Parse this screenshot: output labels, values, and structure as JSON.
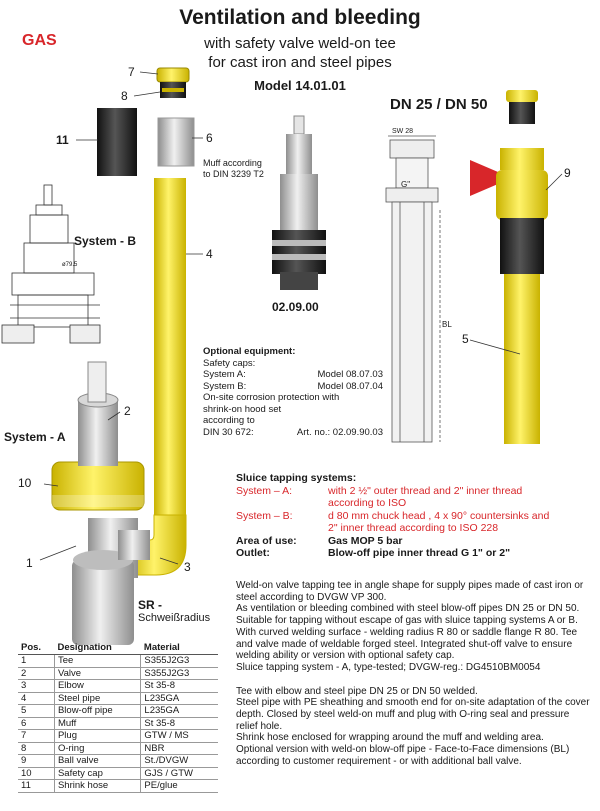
{
  "header": {
    "title": "Ventilation and bleeding",
    "subtitle_line1": "with safety valve weld-on tee",
    "subtitle_line2": "for cast iron and steel pipes",
    "model": "Model 14.01.01",
    "gas_label": "GAS",
    "dn_label": "DN 25 / DN 50"
  },
  "diagram": {
    "labels": {
      "n7": "7",
      "n8": "8",
      "n11": "11",
      "n6": "6",
      "n4": "4",
      "n2": "2",
      "n10": "10",
      "n1": "1",
      "n3": "3",
      "n9": "9",
      "n5": "5"
    },
    "muff_note_line1": "Muff according",
    "muff_note_line2": "to DIN 3239 T2",
    "system_b": "System - B",
    "system_a": "System - A",
    "valve_part_no": "02.09.00",
    "sr_label": "SR -",
    "sr_sub": "Schweißradius",
    "dim_sw": "SW 28",
    "dim_g": "G\"",
    "dim_bl": "BL",
    "dim_small": "ø79.5"
  },
  "optional": {
    "heading": "Optional equipment:",
    "caps_heading": "Safety caps:",
    "rows": [
      {
        "label": "System A:",
        "value": "Model 08.07.03"
      },
      {
        "label": "System B:",
        "value": "Model 08.07.04"
      }
    ],
    "corrosion_line1": "On-site corrosion protection with",
    "corrosion_line2": "shrink-on hood set",
    "corrosion_line3": "according to",
    "din_label": "DIN 30 672:",
    "art_no": "Art. no.: 02.09.90.03"
  },
  "sluice": {
    "heading": "Sluice tapping systems:",
    "system_a_label": "System – A:",
    "system_a_line1": "with 2 ½\" outer thread and 2\" inner thread",
    "system_a_line2": "according to ISO",
    "system_b_label": "System – B:",
    "system_b_line1": "d 80 mm chuck head , 4 x 90° countersinks and",
    "system_b_line2": "2\" inner thread according to ISO 228",
    "area_label": "Area of use:",
    "area_value": "Gas  MOP 5 bar",
    "outlet_label": "Outlet:",
    "outlet_value": "Blow-off pipe inner thread G 1\" or 2\""
  },
  "description": {
    "p1": "Weld-on valve tapping tee in angle shape for supply pipes made of cast iron or steel according to DVGW VP 300.",
    "p2": "As ventilation or bleeding combined with steel blow-off pipes DN 25 or DN 50.",
    "p3": "Suitable for tapping without escape of gas with sluice tapping systems A or B. With curved welding surface - welding radius R 80 or saddle flange R 80. Tee and valve made of weldable forged steel. Integrated shut-off valve to ensure welding ability or version with optional safety cap.",
    "p4": "Sluice tapping system - A, type-tested; DVGW-reg.: DG4510BM0054",
    "p5": "Tee with elbow and steel pipe DN 25 or DN 50 welded.",
    "p6": "Steel pipe with PE sheathing and smooth end for on-site adaptation of the cover depth. Closed by steel weld-on muff and plug with O-ring seal and pressure relief hole.",
    "p7": "Shrink hose enclosed for wrapping around the muff and welding area.",
    "p8": "Optional version with weld-on blow-off pipe - Face-to-Face dimensions (BL) according to customer requirement - or with additional ball valve."
  },
  "parts_table": {
    "headers": [
      "Pos.",
      "Designation",
      "Material"
    ],
    "rows": [
      [
        "1",
        "Tee",
        "S355J2G3"
      ],
      [
        "2",
        "Valve",
        "S355J2G3"
      ],
      [
        "3",
        "Elbow",
        "St 35-8"
      ],
      [
        "4",
        "Steel pipe",
        "L235GA"
      ],
      [
        "5",
        "Blow-off pipe",
        "L235GA"
      ],
      [
        "6",
        "Muff",
        "St 35-8"
      ],
      [
        "7",
        "Plug",
        "GTW / MS"
      ],
      [
        "8",
        "O-ring",
        "NBR"
      ],
      [
        "9",
        "Ball valve",
        "St./DVGW"
      ],
      [
        "10",
        "Safety cap",
        "GJS / GTW"
      ],
      [
        "11",
        "Shrink hose",
        "PE/glue"
      ]
    ]
  },
  "colors": {
    "yellow": "#f2d800",
    "yellow_dark": "#c9b200",
    "steel": "#c8c8c8",
    "steel_dark": "#8e8e8e",
    "black_sleeve": "#2b2b2b",
    "red": "#d8262a"
  }
}
